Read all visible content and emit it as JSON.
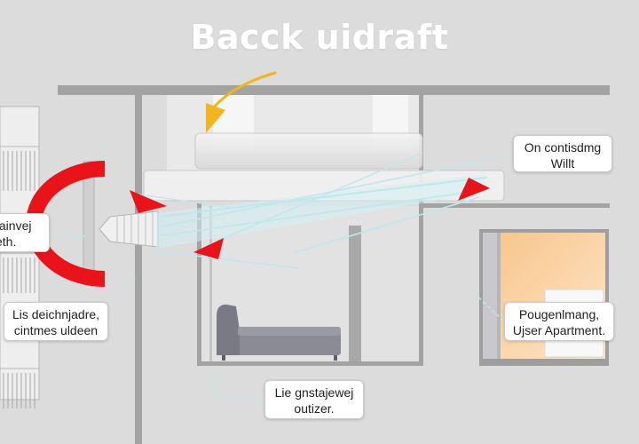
{
  "title": "Bacck uidraft",
  "callouts": {
    "top_right": {
      "line1": "On contisdmg",
      "line2": "Willt"
    },
    "left_mid": {
      "line1": "tainvej",
      "line2": "eth."
    },
    "left_lower": {
      "line1": "Lis deichnjadre,",
      "line2": "cintmes uldeen"
    },
    "right_apartment": {
      "line1": "Pougenlmang,",
      "line2": "Ujser Apartment."
    },
    "bottom_center": {
      "line1": "Lie gnstajewej",
      "line2": "outizer."
    }
  },
  "colors": {
    "background": "#dcdcdc",
    "wall": "#a3a3a3",
    "airflow": "#bfe7ee",
    "arrow_red": "#e8141a",
    "arrow_yellow": "#f2b51c",
    "apartment_light": "#fbd9aa",
    "sofa": "#8b8b96"
  }
}
